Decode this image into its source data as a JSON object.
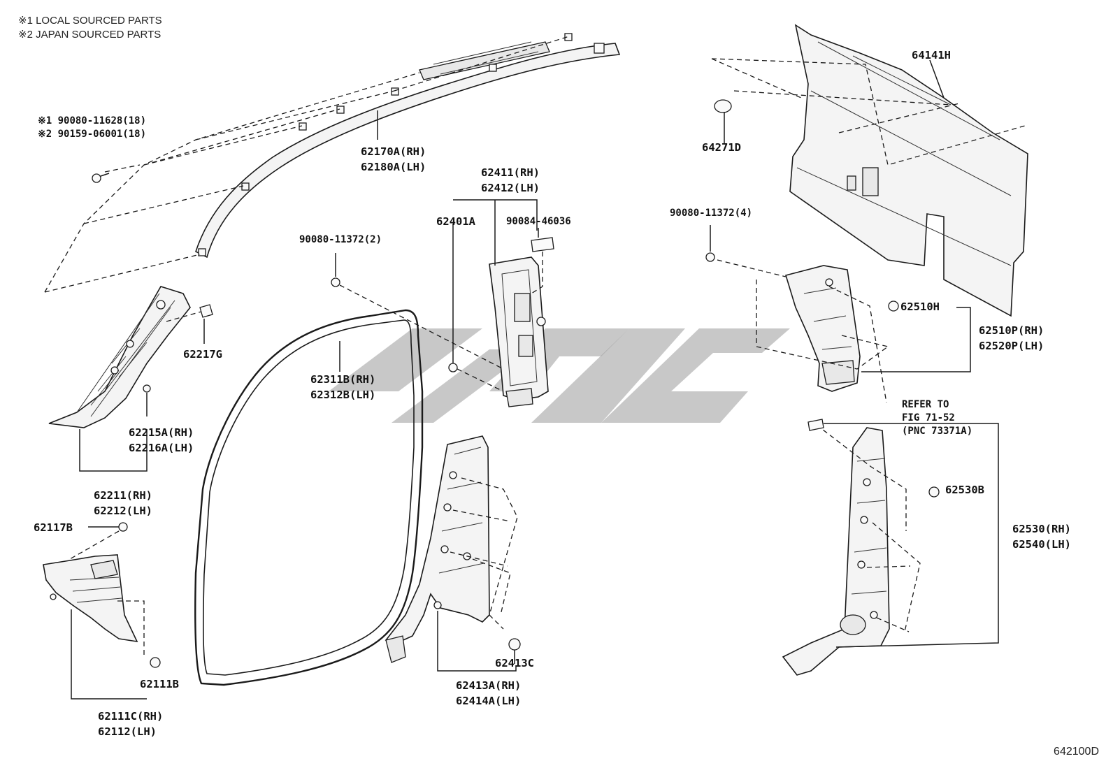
{
  "notes": [
    "※1 LOCAL SOURCED PARTS",
    "※2 JAPAN SOURCED PARTS"
  ],
  "figure_id": "642100D",
  "labels": {
    "bolt_local": "※1 90080-11628(18)",
    "bolt_japan": "※2 90159-06001(18)",
    "roof_rail_rh": "62170A(RH)",
    "roof_rail_lh": "62180A(LH)",
    "b_pillar_upper_rh": "62411(RH)",
    "b_pillar_upper_lh": "62412(LH)",
    "part_62401a": "62401A",
    "part_90084": "90084-46036",
    "screw_2": "90080-11372(2)",
    "part_62217g": "62217G",
    "weatherstrip_rh": "62311B(RH)",
    "weatherstrip_lh": "62312B(LH)",
    "a_pillar_clip_rh": "62215A(RH)",
    "a_pillar_clip_lh": "62216A(LH)",
    "a_pillar_garnish_rh": "62211(RH)",
    "a_pillar_garnish_lh": "62212(LH)",
    "part_62117b": "62117B",
    "part_62111b": "62111B",
    "cowl_side_rh": "62111C(RH)",
    "cowl_side_lh": "62112(LH)",
    "part_62413c": "62413C",
    "b_pillar_lower_rh": "62413A(RH)",
    "b_pillar_lower_lh": "62414A(LH)",
    "roof_headlining": "64141H",
    "part_64271d": "64271D",
    "screw_4": "90080-11372(4)",
    "part_62510h": "62510H",
    "c_pillar_upper_rh": "62510P(RH)",
    "c_pillar_upper_lh": "62520P(LH)",
    "refer_line1": "REFER TO",
    "refer_line2": "FIG 71-52",
    "refer_line3": "(PNC 73371A)",
    "part_62530b": "62530B",
    "c_pillar_lower_rh": "62530(RH)",
    "c_pillar_lower_lh": "62540(LH)"
  }
}
